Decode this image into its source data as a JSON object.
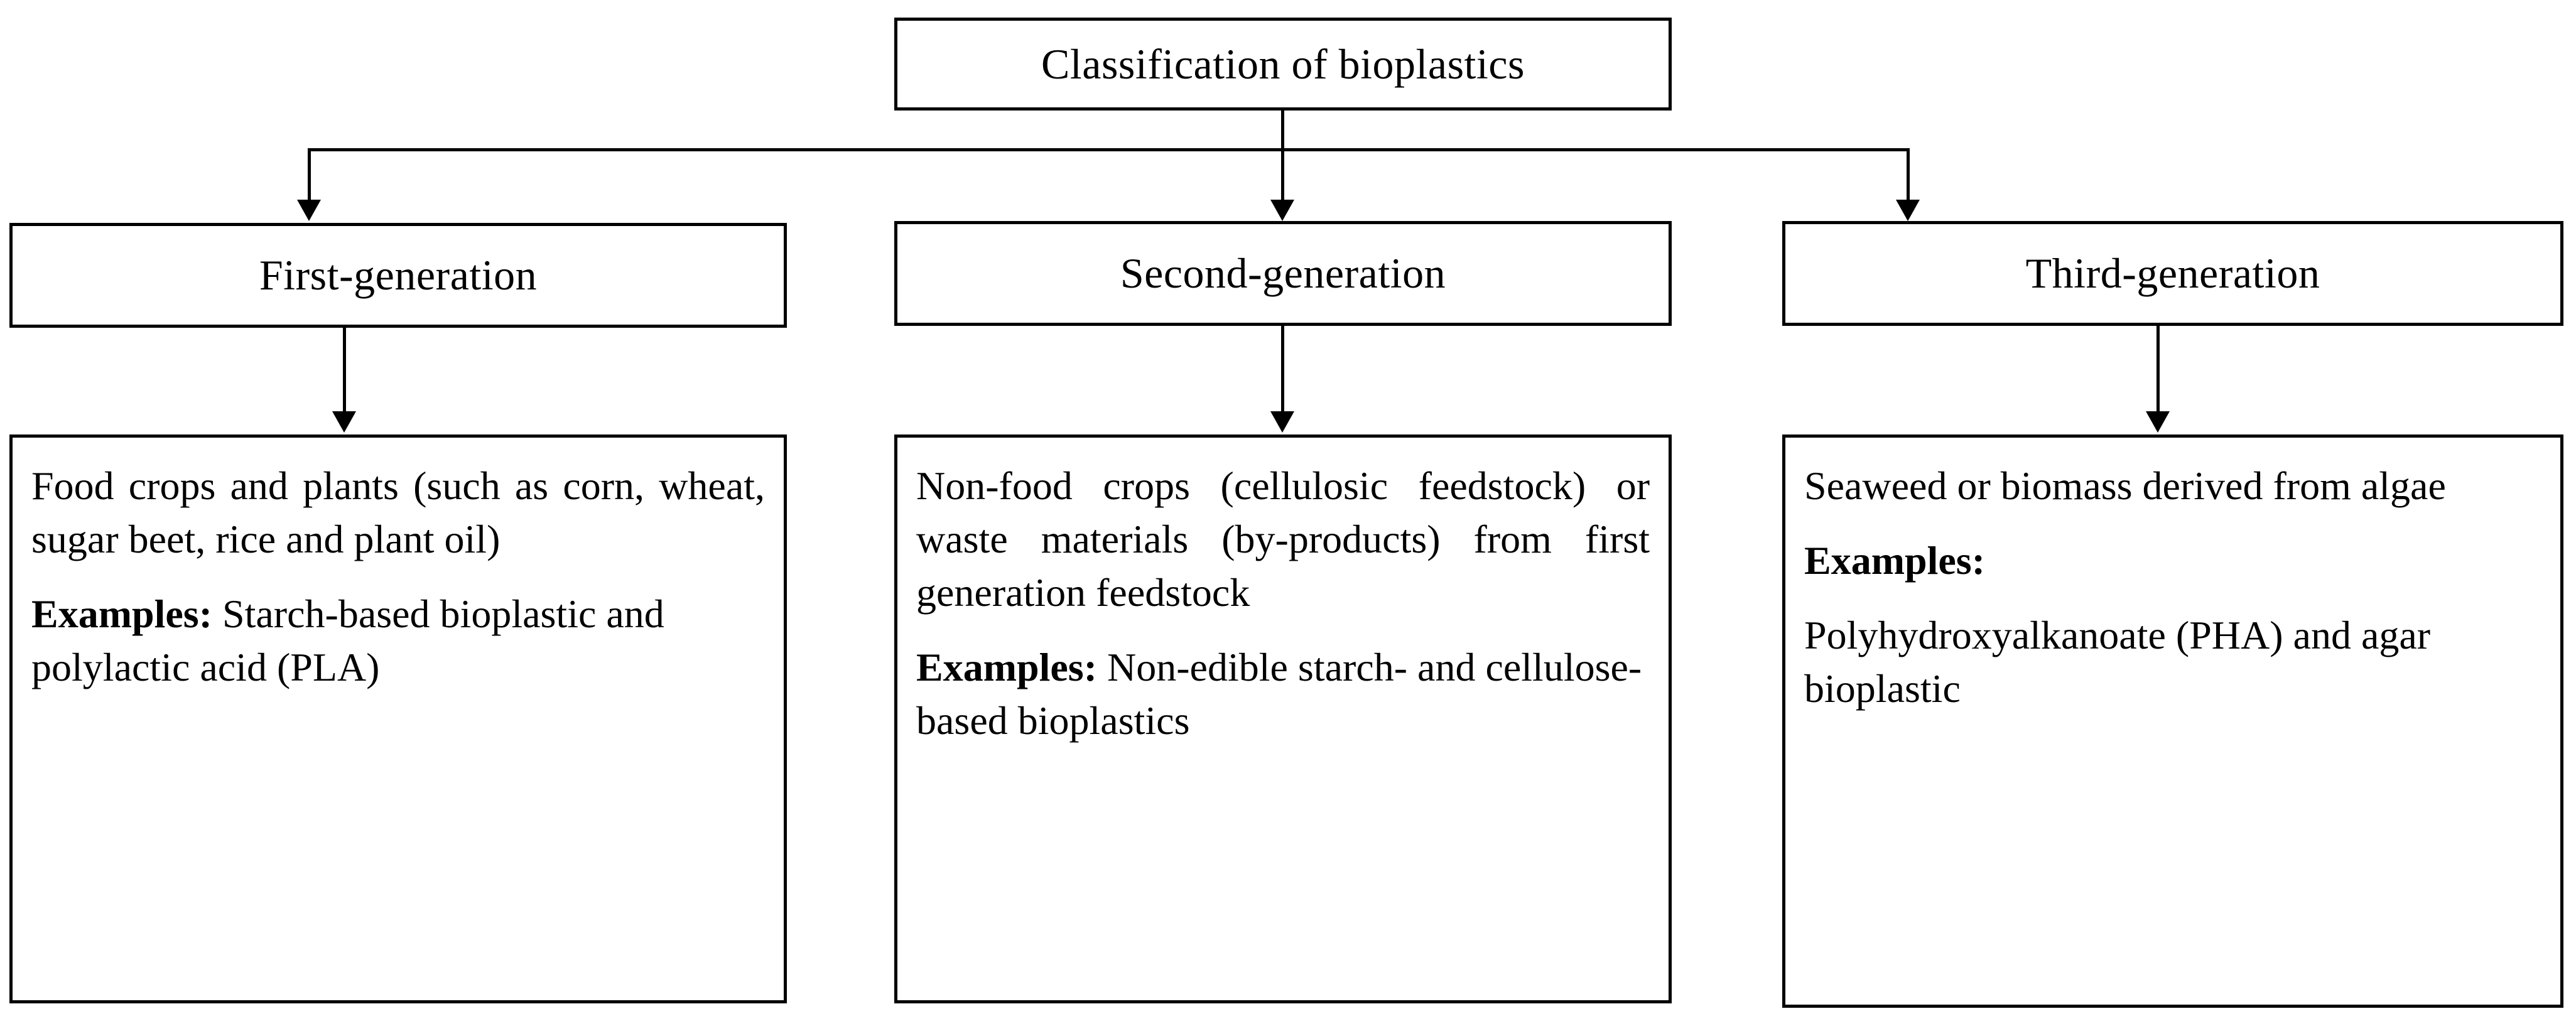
{
  "diagram": {
    "title": "Classification of bioplastics",
    "root": {
      "label": "Classification of bioplastics"
    },
    "generations": [
      {
        "label": "First-generation",
        "description": "Food crops and plants (such as corn, wheat, sugar beet, rice and plant oil)",
        "examples_label": "Examples:",
        "examples_text": " Starch-based bioplastic and polylactic acid (PLA)"
      },
      {
        "label": "Second-generation",
        "description": "Non-food crops (cellulosic feedstock) or waste materials (by-products) from first generation feedstock",
        "examples_label": "Examples:",
        "examples_text": " Non-edible starch- and cellulose-based bioplastics"
      },
      {
        "label": "Third-generation",
        "description": "Seaweed or biomass derived from algae",
        "examples_label": "Examples:",
        "examples_text": "Polyhydroxyalkanoate (PHA) and agar bioplastic"
      }
    ],
    "colors": {
      "stroke": "#000000",
      "background": "#ffffff",
      "text": "#000000"
    }
  }
}
